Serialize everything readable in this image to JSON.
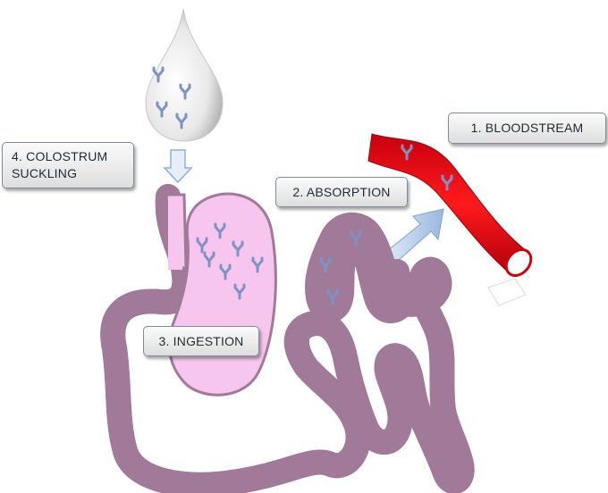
{
  "labels": {
    "bloodstream": "1. BLOODSTREAM",
    "absorption": "2. ABSORPTION",
    "ingestion": "3. INGESTION",
    "colostrum": "4. COLOSTRUM\nSUCKLING"
  },
  "colors": {
    "intestine_fill": "#f7c6ee",
    "intestine_stroke": "#a07a98",
    "vessel": "#e30613",
    "antibody": "#7e93c4",
    "arrow": "#a9c6e8"
  },
  "icons": {
    "antibody": "antibody-icon",
    "droplet": "colostrum-drop-icon"
  }
}
